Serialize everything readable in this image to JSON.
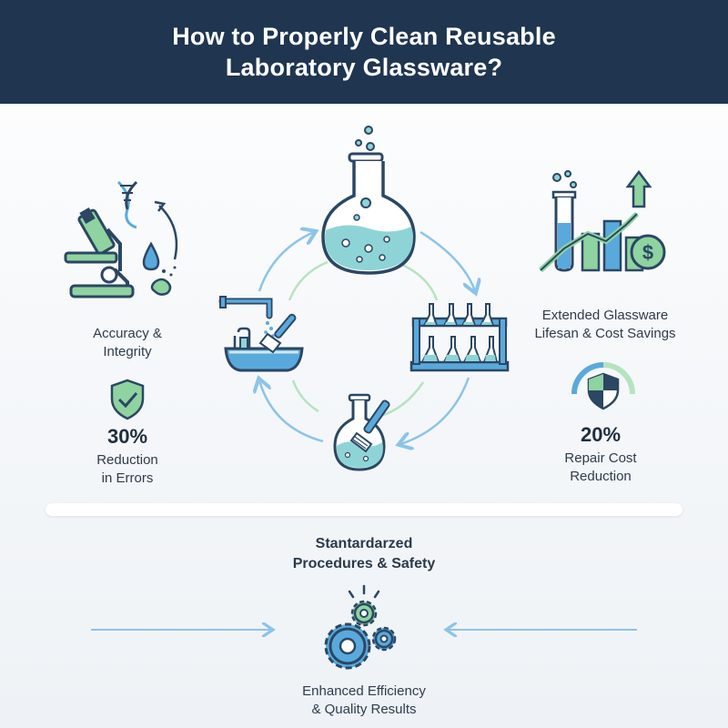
{
  "title": {
    "line1": "How to Properly Clean Reusable",
    "line2": "Laboratory Glassware?"
  },
  "left": {
    "heading_line1": "Accuracy &",
    "heading_line2": "Integrity",
    "stat_value": "30%",
    "stat_line1": "Reduction",
    "stat_line2": "in Errors"
  },
  "right": {
    "heading_line1": "Extended Glassware",
    "heading_line2": "Lifesan & Cost Savings",
    "stat_value": "20%",
    "stat_line1": "Repair Cost",
    "stat_line2": "Reduction"
  },
  "bottom": {
    "heading_line1": "Stantardarzed",
    "heading_line2": "Procedures & Safety",
    "caption_line1": "Enhanced Efficiency",
    "caption_line2": "& Quality Results"
  },
  "colors": {
    "navy": "#1f3550",
    "blue": "#5aa9dc",
    "green": "#8fd3a0",
    "teal_liquid": "#8ed4d6",
    "dark_outline": "#2b4763"
  },
  "icons": [
    "flask-icon",
    "test-tube-rack-icon",
    "brush-flask-icon",
    "faucet-sink-icon",
    "microscope-dna-icon",
    "shield-check-icon",
    "growth-chart-icon",
    "shield-gauge-icon",
    "gears-icon"
  ]
}
